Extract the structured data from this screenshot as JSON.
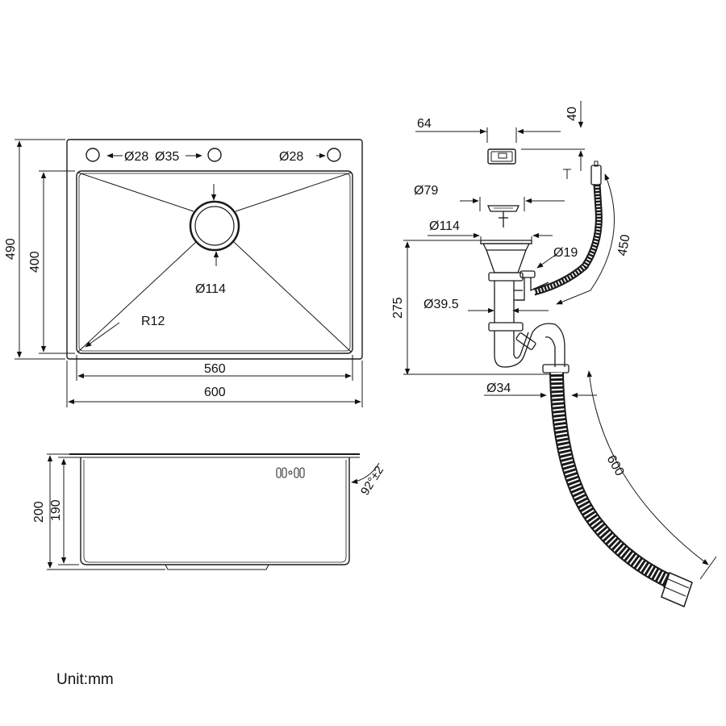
{
  "unit_label": "Unit:mm",
  "top_view": {
    "outer_width": "600",
    "inner_width": "560",
    "outer_height": "490",
    "inner_height": "400",
    "hole_left_labels": [
      "Ø28",
      "Ø35"
    ],
    "hole_right_label": "Ø28",
    "drain_label": "Ø114",
    "corner_radius": "R12"
  },
  "side_view": {
    "total_height": "200",
    "bowl_depth": "190",
    "angle": "92°±2"
  },
  "drain_kit": {
    "overflow_width": "64",
    "overflow_height": "40",
    "basket_dia": "Ø79",
    "flange_dia": "Ø114",
    "overflow_pipe_dia": "Ø19",
    "overflow_hose_length": "450",
    "pipe_dia": "Ø39.5",
    "drain_height": "275",
    "outlet_dia": "Ø34",
    "hose_length": "600"
  },
  "colors": {
    "line": "#1a1a1a",
    "background": "#ffffff"
  }
}
